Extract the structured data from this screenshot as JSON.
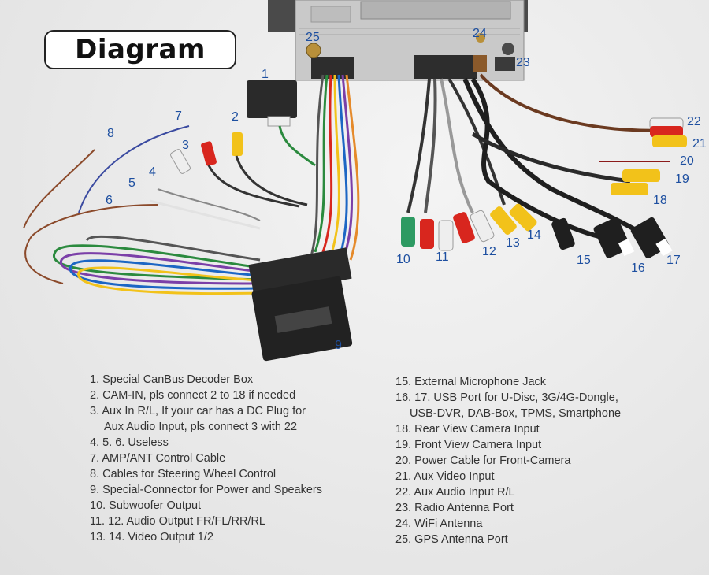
{
  "title": "Diagram",
  "callouts": [
    "1",
    "2",
    "3",
    "4",
    "5",
    "6",
    "7",
    "8",
    "9",
    "10",
    "11",
    "12",
    "13",
    "14",
    "15",
    "16",
    "17",
    "18",
    "19",
    "20",
    "21",
    "22",
    "23",
    "24",
    "25"
  ],
  "legend_left": [
    "1. Special CanBus Decoder Box",
    "2. CAM-IN, pls connect 2 to 18 if needed",
    "3. Aux In R/L, If your car has a DC Plug for",
    "Aux Audio Input, pls connect 3 with 22",
    "4. 5. 6. Useless",
    "7. AMP/ANT Control Cable",
    "8. Cables for Steering Wheel Control",
    "9. Special-Connector for Power and Speakers",
    "10. Subwoofer Output",
    "11. 12. Audio Output FR/FL/RR/RL",
    "13. 14. Video Output 1/2"
  ],
  "legend_right": [
    "15. External Microphone Jack",
    "16. 17. USB Port for U-Disc, 3G/4G-Dongle,",
    "USB-DVR, DAB-Box, TPMS, Smartphone",
    "18. Rear View Camera Input",
    "19. Front View Camera Input",
    "20. Power Cable for Front-Camera",
    "21. Aux Video Input",
    "22. Aux Audio Input R/L",
    "23. Radio Antenna Port",
    "24. WiFi Antenna",
    "25. GPS Antenna Port"
  ],
  "colors": {
    "callout": "#1d4fa0",
    "text": "#333333",
    "rca_red": "#d8261e",
    "rca_yellow": "#f2c21a",
    "rca_white": "#eeeeee",
    "rca_green": "#2d9a62"
  }
}
